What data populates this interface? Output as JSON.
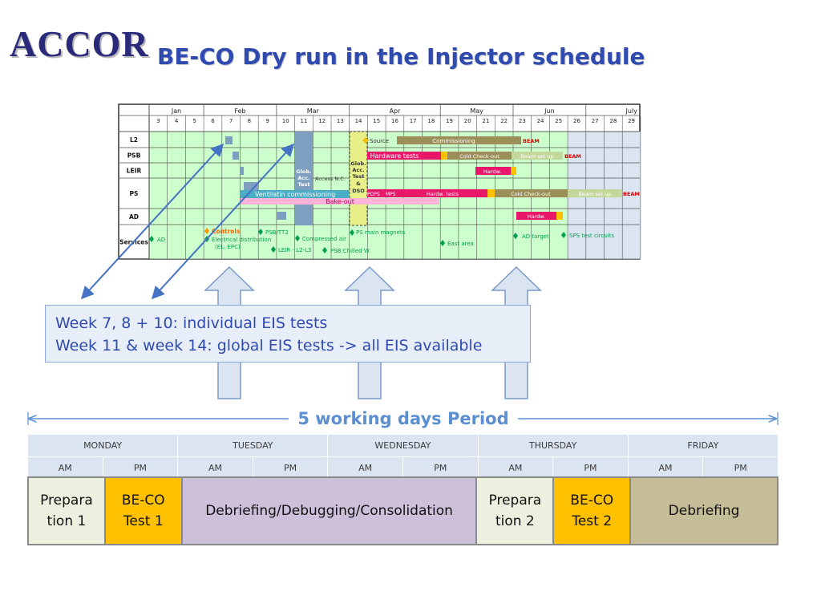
{
  "logo": "ACCOR",
  "title": "BE-CO Dry run in the Injector schedule",
  "gantt": {
    "months": [
      "Jan",
      "Feb",
      "Mar",
      "Apr",
      "May",
      "Jun",
      "July"
    ],
    "weeks": [
      "3",
      "4",
      "5",
      "6",
      "7",
      "8",
      "9",
      "10",
      "11",
      "12",
      "13",
      "14",
      "15",
      "16",
      "17",
      "18",
      "19",
      "20",
      "21",
      "22",
      "23",
      "24",
      "25",
      "26",
      "27",
      "28",
      "29"
    ],
    "rows": [
      "L2",
      "PSB",
      "LEIR",
      "PS",
      "AD",
      "Services"
    ],
    "labels": {
      "source": "Source",
      "commissioning": "Commissioning",
      "beam_l2": "BEAM",
      "hardware_tests": "Hardware tests",
      "cold_checkout_psb": "Cold Check-out",
      "beam_setup_psb": "Beam set up",
      "beam_psb": "BEAM",
      "glob1": "Glob.",
      "acc1": "Acc.",
      "test1": "Test",
      "glob2": "Glob.",
      "acc2": "Acc.",
      "test2": "Test",
      "amp": "&",
      "dsg": "DSO",
      "access_nc": "Access N.C.",
      "hardw_leir": "Hardw.",
      "ventilation": "Ventilatin commissioning",
      "bakeout": "Bake-out",
      "pops": "POPS",
      "mps": "MPS",
      "hardw_tests_ps": "Hardw. tests",
      "cold_checkout_ps": "Cold Check-out",
      "beam_setup_ps": "Beam set up",
      "beam_ps": "BEAM",
      "hardw_ad": "Hardw."
    },
    "services": {
      "ad": "AD",
      "controls": "Controls",
      "elec1": "Electrical distribution",
      "elec2": "(EL, EPC)",
      "psb_tt2": "PSB/TT2",
      "leir_l2": "LEIR - L2-L3",
      "compressed_air": "Compressed air",
      "psb_chilled": "PSB Chilled W.",
      "ps_main_magnets": "PS main magnets",
      "east_area": "East area",
      "ad_target": "AD target",
      "sps_test": "SPS test circuits"
    }
  },
  "note": {
    "line1": "Week 7, 8 + 10: individual EIS tests",
    "line2": "Week 11 & week 14: global EIS tests -> all EIS available"
  },
  "period_label": "5 working days Period",
  "days": [
    "MONDAY",
    "TUESDAY",
    "WEDNESDAY",
    "THURSDAY",
    "FRIDAY"
  ],
  "halfdays": {
    "am": "AM",
    "pm": "PM"
  },
  "activities": {
    "prep1": "Prepara tion 1",
    "beco1": "BE-CO Test 1",
    "debug": "Debriefing/Debugging/Consolidation",
    "prep2": "Prepara tion 2",
    "beco2": "BE-CO Test 2",
    "debrief": "Debriefing"
  },
  "colors": {
    "title": "#2f4bb0",
    "header_fill": "#dbe5f1",
    "prep_fill": "#ebf1de",
    "beco_fill": "#ffc000",
    "debug_fill": "#ccc0da",
    "debrief_fill": "#c4bd97",
    "gantt_green": "#ccffcc",
    "arrow_fill": "#dbe5f1"
  }
}
